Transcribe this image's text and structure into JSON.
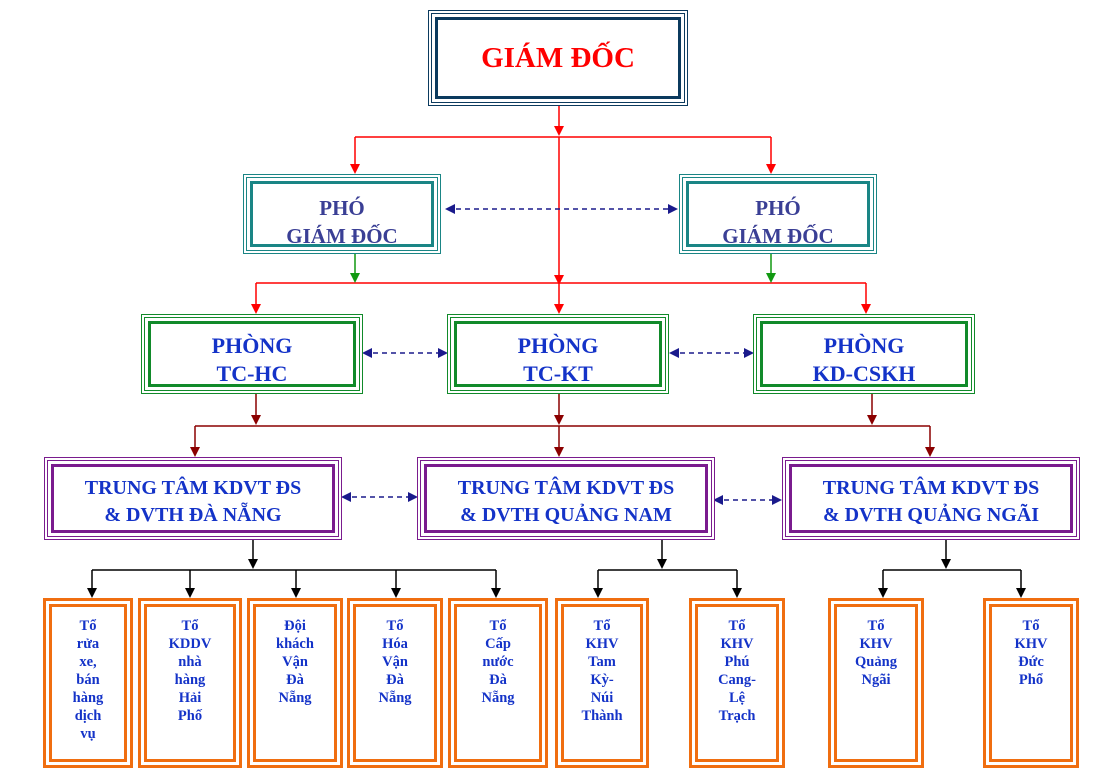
{
  "director": {
    "lines": [
      "GIÁM ĐỐC"
    ]
  },
  "deputies": [
    {
      "lines": [
        "PHÓ",
        "GIÁM ĐỐC"
      ]
    },
    {
      "lines": [
        "PHÓ",
        "GIÁM ĐỐC"
      ]
    }
  ],
  "departments": [
    {
      "lines": [
        "PHÒNG",
        "TC-HC"
      ]
    },
    {
      "lines": [
        "PHÒNG",
        "TC-KT"
      ]
    },
    {
      "lines": [
        "PHÒNG",
        "KD-CSKH"
      ]
    }
  ],
  "centers": [
    {
      "lines": [
        "TRUNG TÂM KDVT ĐS",
        "& DVTH ĐÀ NẴNG"
      ]
    },
    {
      "lines": [
        "TRUNG TÂM KDVT ĐS",
        "& DVTH QUẢNG NAM"
      ]
    },
    {
      "lines": [
        "TRUNG TÂM KDVT ĐS",
        "& DVTH QUẢNG NGÃI"
      ]
    }
  ],
  "teams": [
    {
      "lines": [
        "Tổ",
        "rửa",
        "xe,",
        "bán",
        "hàng",
        "dịch",
        "vụ"
      ]
    },
    {
      "lines": [
        "Tổ",
        "KDDV",
        "nhà",
        "hàng",
        "Hải",
        "Phố"
      ]
    },
    {
      "lines": [
        "Đội",
        "khách",
        "Vận",
        "Đà",
        "Nẵng"
      ]
    },
    {
      "lines": [
        "Tổ",
        "Hóa",
        "Vận",
        "Đà",
        "Nẵng"
      ]
    },
    {
      "lines": [
        "Tổ",
        "Cấp",
        "nước",
        "Đà",
        "Nẵng"
      ]
    },
    {
      "lines": [
        "Tổ",
        "KHV",
        "Tam",
        "Kỳ-",
        "Núi",
        "Thành"
      ]
    },
    {
      "lines": [
        "Tổ",
        "KHV",
        "Phú",
        "Cang-",
        "Lệ",
        "Trạch"
      ]
    },
    {
      "lines": [
        "Tổ",
        "KHV",
        "Quảng",
        "Ngãi"
      ]
    },
    {
      "lines": [
        "Tổ",
        "KHV",
        "Đức",
        "Phổ"
      ]
    }
  ],
  "colors": {
    "red": "#ff0000",
    "green": "#119911",
    "dark_red": "#8b0000",
    "black": "#000000",
    "navy": "#1a1a8c"
  }
}
